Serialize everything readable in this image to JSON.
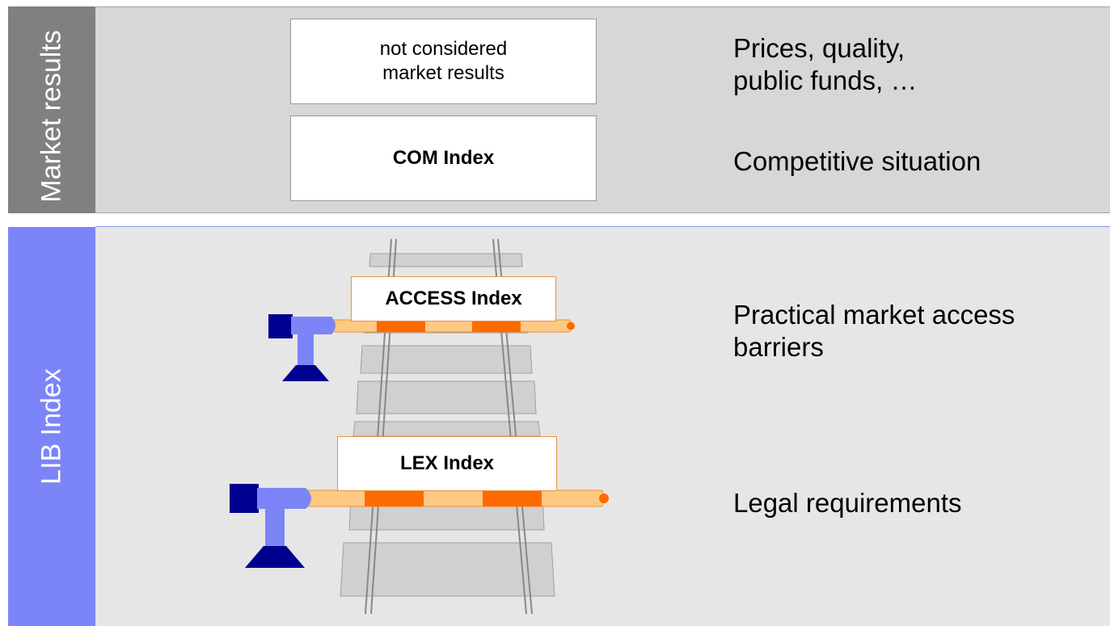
{
  "market_results": {
    "side_label": "Market results",
    "box_not_considered": "not considered\nmarket results",
    "box_com": "COM Index",
    "text_prices": "Prices, quality,\npublic funds, …",
    "text_competitive": "Competitive situation"
  },
  "lib_index": {
    "side_label": "LIB Index",
    "access_label": "ACCESS Index",
    "lex_label": "LEX Index",
    "text_practical": "Practical market access\nbarriers",
    "text_legal": "Legal requirements"
  },
  "colors": {
    "top_side": "#808080",
    "top_main": "#d7d7d7",
    "bottom_side": "#7b85f7",
    "bottom_main": "#e6e6e6",
    "barrier_light": "#fdc983",
    "barrier_dark": "#ff6a00",
    "post_light": "#7b85f7",
    "post_dark": "#000090"
  }
}
